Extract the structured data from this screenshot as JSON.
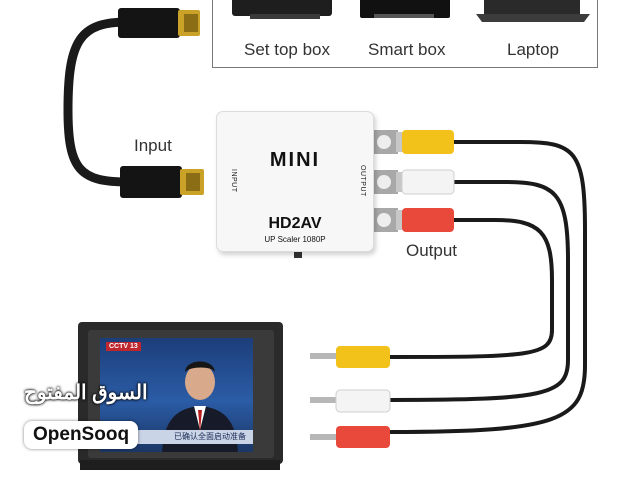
{
  "devices": {
    "items": [
      {
        "label": "Set top box",
        "icon": "set-top-box-icon"
      },
      {
        "label": "Smart box",
        "icon": "smart-box-icon"
      },
      {
        "label": "Laptop",
        "icon": "laptop-icon"
      }
    ]
  },
  "labels": {
    "input": "Input",
    "output": "Output"
  },
  "converter": {
    "brand": "MINI",
    "model": "HD2AV",
    "subtitle": "UP Scaler 1080P",
    "input_port": "INPUT",
    "output_port": "OUTPUT"
  },
  "tv": {
    "channel_logo": "CCTV 13",
    "ticker": "已确认全面启动准备"
  },
  "watermark": {
    "arabic": "السوق المفتوح",
    "logo": "OpenSooq"
  },
  "colors": {
    "rca_yellow": "#f2c21b",
    "rca_white": "#f4f4f4",
    "rca_red": "#e8493a",
    "cable": "#1a1a1a"
  }
}
